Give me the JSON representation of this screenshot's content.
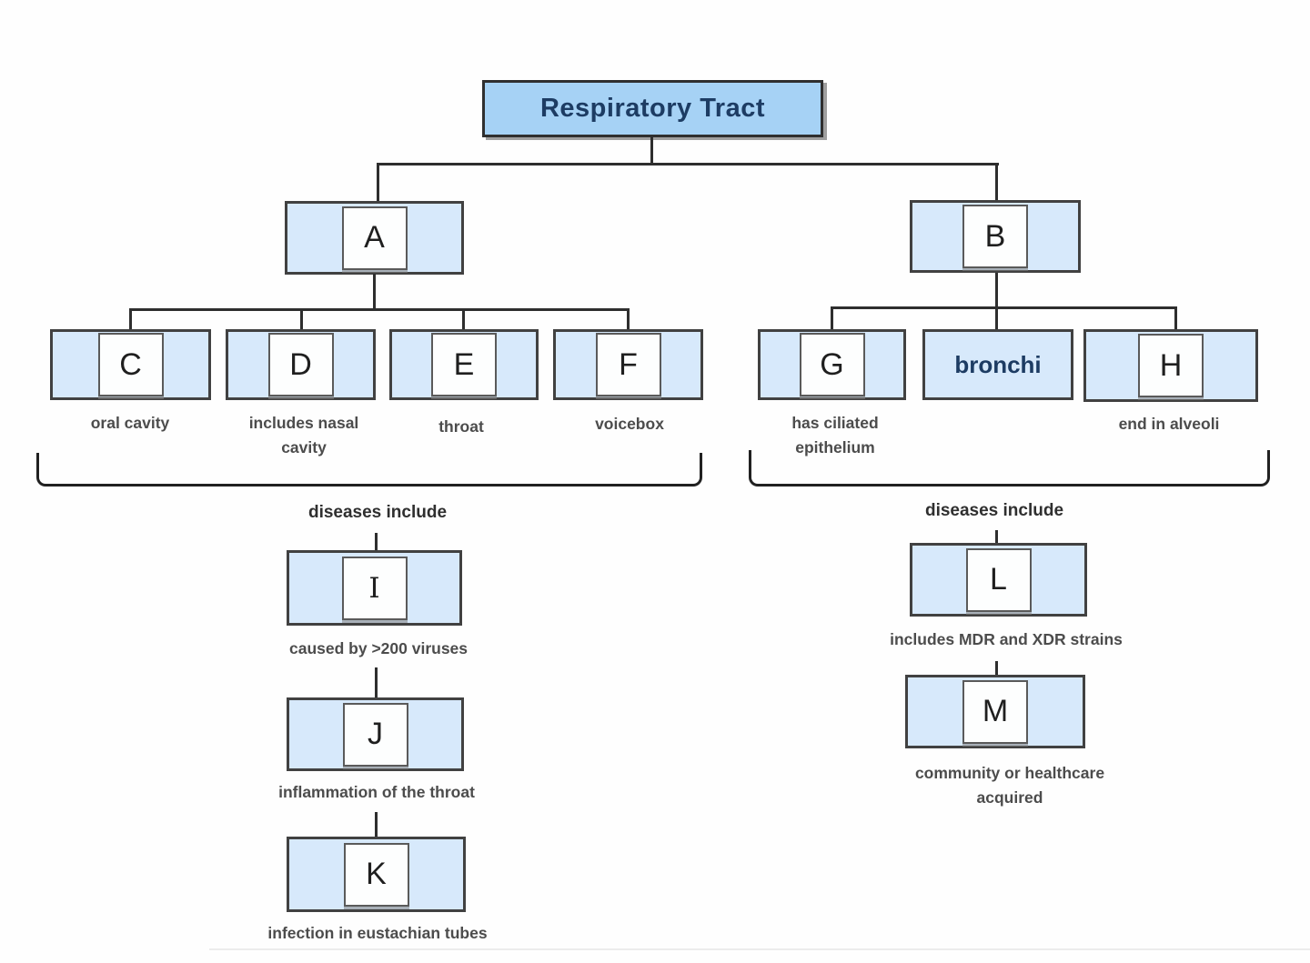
{
  "diagram": {
    "title": "Respiratory Tract",
    "left": {
      "root_letter": "A",
      "children": [
        {
          "letter": "C",
          "caption": "oral cavity"
        },
        {
          "letter": "D",
          "caption": "includes nasal cavity"
        },
        {
          "letter": "E",
          "caption": "throat"
        },
        {
          "letter": "F",
          "caption": "voicebox"
        }
      ],
      "bracket_label": "diseases include",
      "diseases": [
        {
          "letter": "I",
          "caption": "caused by >200 viruses"
        },
        {
          "letter": "J",
          "caption": "inflammation of the throat"
        },
        {
          "letter": "K",
          "caption": "infection in eustachian tubes"
        }
      ]
    },
    "right": {
      "root_letter": "B",
      "children": [
        {
          "letter": "G",
          "caption": "has ciliated epithelium"
        },
        {
          "label": "bronchi",
          "caption": ""
        },
        {
          "letter": "H",
          "caption": "end in alveoli"
        }
      ],
      "bracket_label": "diseases include",
      "diseases": [
        {
          "letter": "L",
          "caption": "includes MDR and XDR strains"
        },
        {
          "letter": "M",
          "caption": "community or healthcare acquired"
        }
      ]
    },
    "colors": {
      "node_fill": "#d7e9fb",
      "title_fill": "#a6d2f5",
      "navy_text": "#1d3c63",
      "line": "#2e2e2e",
      "caption_text": "#4c4c4c"
    }
  }
}
